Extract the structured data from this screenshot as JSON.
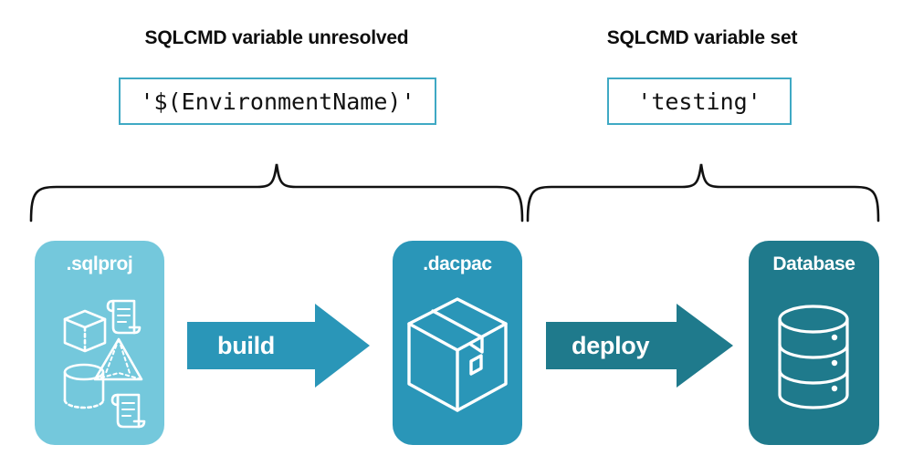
{
  "diagram": {
    "title_left": "SQLCMD variable unresolved",
    "title_right": "SQLCMD variable set",
    "value_left": "'$(EnvironmentName)'",
    "value_right": "'testing'",
    "colors": {
      "sqlproj": "#74c8dc",
      "dacpac": "#2a96b8",
      "database": "#1f7a8c",
      "box_border": "#3fa9c4",
      "brace": "#111111",
      "text_dark": "#0d0d0d",
      "text_light": "#ffffff"
    },
    "stages": [
      {
        "id": "sqlproj",
        "label": ".sqlproj",
        "icons": [
          "cube-icon",
          "pyramid-icon",
          "cylinder-icon",
          "script-scroll-icon",
          "script-scroll-icon"
        ]
      },
      {
        "id": "dacpac",
        "label": ".dacpac",
        "icons": [
          "package-box-icon"
        ]
      },
      {
        "id": "database",
        "label": "Database",
        "icons": [
          "database-cylinder-icon"
        ]
      }
    ],
    "arrows": [
      {
        "id": "build",
        "label": "build",
        "from": ".sqlproj",
        "to": ".dacpac"
      },
      {
        "id": "deploy",
        "label": "deploy",
        "from": ".dacpac",
        "to": "Database"
      }
    ],
    "braces": [
      {
        "id": "brace-left",
        "covers": [
          ".sqlproj",
          "build",
          ".dacpac"
        ]
      },
      {
        "id": "brace-right",
        "covers": [
          ".dacpac",
          "deploy",
          "Database"
        ]
      }
    ]
  }
}
